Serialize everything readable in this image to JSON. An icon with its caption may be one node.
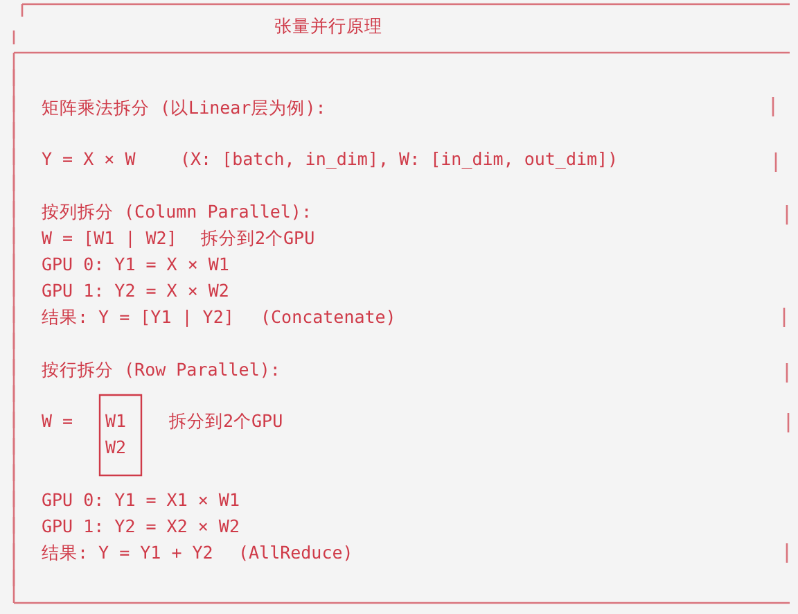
{
  "diagram": {
    "title": "张量并行原理",
    "labels": [
      "矩阵乘法拆分 (以Linear层为例):",
      "Y = X × W",
      "(X: [batch, in_dim], W: [in_dim, out_dim])",
      "按列拆分 (Column Parallel):",
      "W = [W1 | W2]",
      "拆分到2个GPU",
      "GPU 0: Y1 = X × W1",
      "GPU 1: Y2 = X × W2",
      "结果: Y = [Y1 | Y2]",
      "(Concatenate)",
      "按行拆分 (Row Parallel):",
      "W =",
      "W1",
      "拆分到2个GPU",
      "W2",
      "GPU 0: Y1 = X1 × W1",
      "GPU 1: Y2 = X2 × W2",
      "结果: Y = Y1 + Y2",
      "(AllReduce)"
    ]
  }
}
